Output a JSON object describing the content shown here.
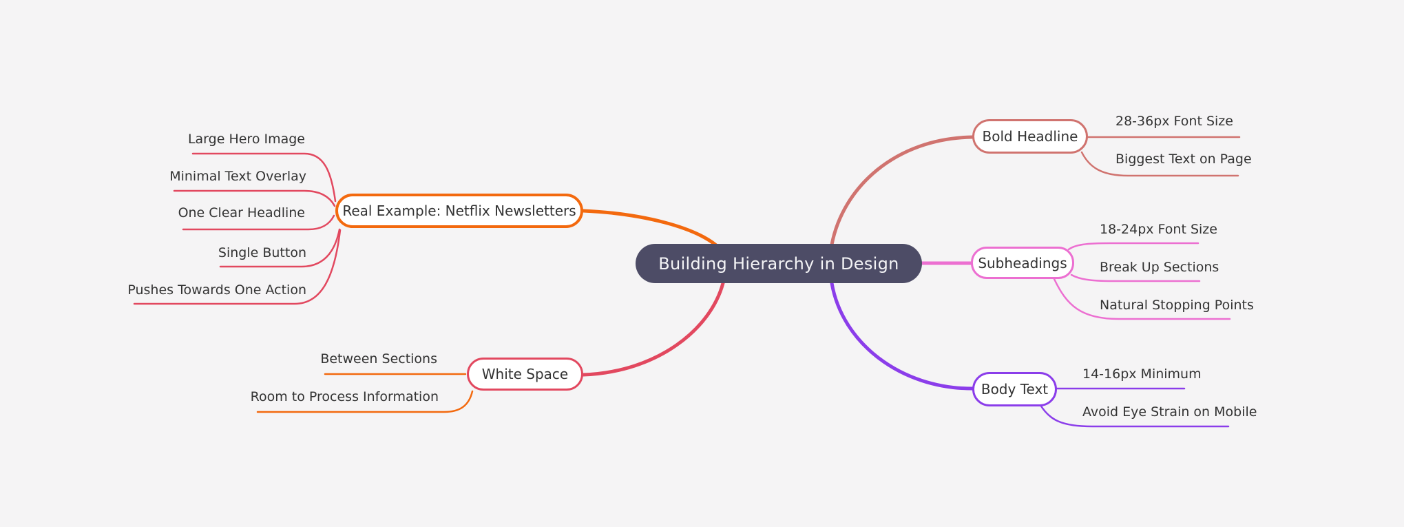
{
  "palette": {
    "background": "#f5f4f5",
    "root_fill": "#4d4c66",
    "root_text": "#f4f4f6",
    "label_text": "#333333",
    "node_fill": "#ffffff",
    "orange": "#f3690e",
    "red": "#e2485f",
    "salmon": "#d0736f",
    "pink": "#ec6fd1",
    "purple": "#8b3dea"
  },
  "mindmap": {
    "root": {
      "label": "Building Hierarchy in Design"
    },
    "branches": [
      {
        "id": "netflix",
        "label": "Real Example: Netflix Newsletters",
        "side": "left",
        "color": "orange",
        "child_color": "red",
        "children": [
          "Large Hero Image",
          "Minimal Text Overlay",
          "One Clear Headline",
          "Single Button",
          "Pushes Towards One Action"
        ]
      },
      {
        "id": "white-space",
        "label": "White Space",
        "side": "left",
        "color": "red",
        "child_color": "orange",
        "children": [
          "Between Sections",
          "Room to Process Information"
        ]
      },
      {
        "id": "bold-headline",
        "label": "Bold Headline",
        "side": "right",
        "color": "salmon",
        "child_color": "salmon",
        "children": [
          "28-36px Font Size",
          "Biggest Text on Page"
        ]
      },
      {
        "id": "subheadings",
        "label": "Subheadings",
        "side": "right",
        "color": "pink",
        "child_color": "pink",
        "children": [
          "18-24px Font Size",
          "Break Up Sections",
          "Natural Stopping Points"
        ]
      },
      {
        "id": "body-text",
        "label": "Body Text",
        "side": "right",
        "color": "purple",
        "child_color": "purple",
        "children": [
          "14-16px Minimum",
          "Avoid Eye Strain on Mobile"
        ]
      }
    ]
  }
}
